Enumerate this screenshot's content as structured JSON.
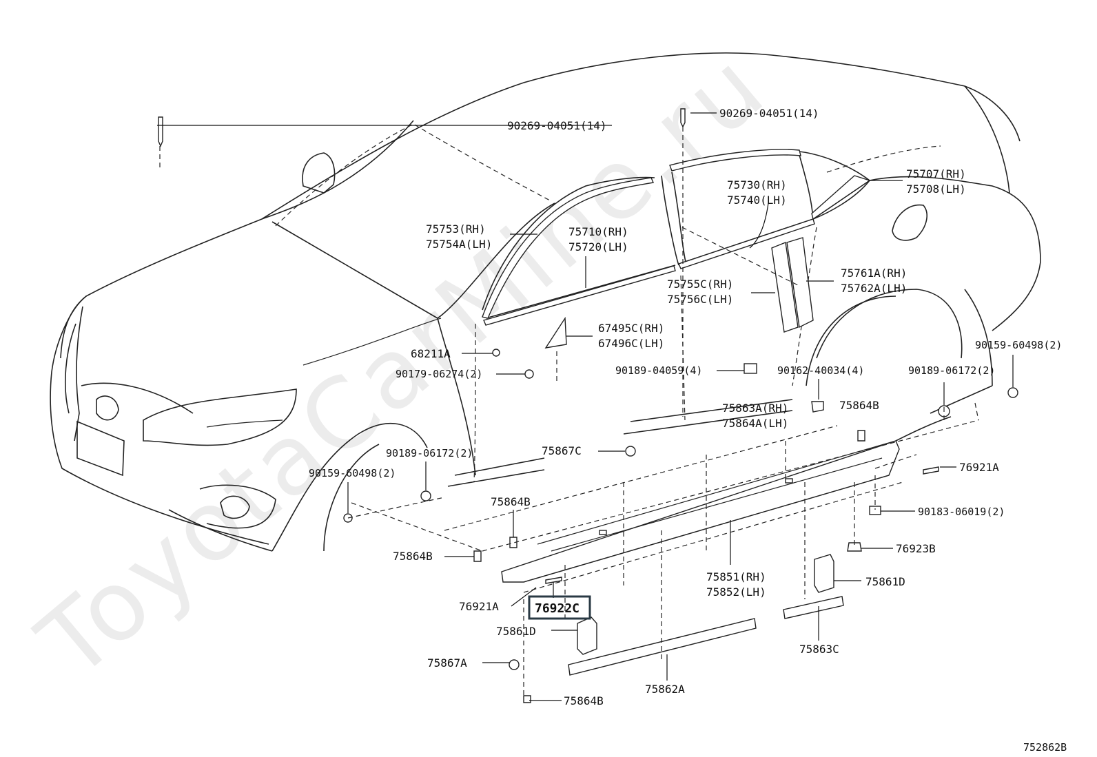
{
  "watermark": "ToyotaCarMine.ru",
  "diagram_id": "752862B",
  "highlighted_part": "76922C",
  "labels": [
    {
      "id": "p90269-left",
      "text": "90269-04051(14)"
    },
    {
      "id": "p90269-right",
      "text": "90269-04051(14)"
    },
    {
      "id": "p75707",
      "text": "75707(RH)"
    },
    {
      "id": "p75708",
      "text": "75708(LH)"
    },
    {
      "id": "p75730",
      "text": "75730(RH)"
    },
    {
      "id": "p75740",
      "text": "75740(LH)"
    },
    {
      "id": "p75753",
      "text": "75753(RH)"
    },
    {
      "id": "p75754A",
      "text": "75754A(LH)"
    },
    {
      "id": "p75710",
      "text": "75710(RH)"
    },
    {
      "id": "p75720",
      "text": "75720(LH)"
    },
    {
      "id": "p75761A",
      "text": "75761A(RH)"
    },
    {
      "id": "p75762A",
      "text": "75762A(LH)"
    },
    {
      "id": "p75755C",
      "text": "75755C(RH)"
    },
    {
      "id": "p75756C",
      "text": "75756C(LH)"
    },
    {
      "id": "p67495C",
      "text": "67495C(RH)"
    },
    {
      "id": "p67496C",
      "text": "67496C(LH)"
    },
    {
      "id": "p68211A",
      "text": "68211A"
    },
    {
      "id": "p90179",
      "text": "90179-06274(2)"
    },
    {
      "id": "p90189-04059",
      "text": "90189-04059(4)"
    },
    {
      "id": "p90162",
      "text": "90162-40034(4)"
    },
    {
      "id": "p90159-right",
      "text": "90159-60498(2)"
    },
    {
      "id": "p90189-06172-right",
      "text": "90189-06172(2)"
    },
    {
      "id": "p75863A",
      "text": "75863A(RH)"
    },
    {
      "id": "p75864A",
      "text": "75864A(LH)"
    },
    {
      "id": "p75864B-top",
      "text": "75864B"
    },
    {
      "id": "p75867C",
      "text": "75867C"
    },
    {
      "id": "p90189-06172-left",
      "text": "90189-06172(2)"
    },
    {
      "id": "p90159-left",
      "text": "90159-60498(2)"
    },
    {
      "id": "p76921A-right",
      "text": "76921A"
    },
    {
      "id": "p90183",
      "text": "90183-06019(2)"
    },
    {
      "id": "p75864B-mid",
      "text": "75864B"
    },
    {
      "id": "p75864B-left",
      "text": "75864B"
    },
    {
      "id": "p76923B",
      "text": "76923B"
    },
    {
      "id": "p75851",
      "text": "75851(RH)"
    },
    {
      "id": "p75852",
      "text": "75852(LH)"
    },
    {
      "id": "p75861D-right",
      "text": "75861D"
    },
    {
      "id": "p76921A-left",
      "text": "76921A"
    },
    {
      "id": "p76922C",
      "text": "76922C"
    },
    {
      "id": "p75861D-left",
      "text": "75861D"
    },
    {
      "id": "p75863C",
      "text": "75863C"
    },
    {
      "id": "p75867A",
      "text": "75867A"
    },
    {
      "id": "p75862A",
      "text": "75862A"
    },
    {
      "id": "p75864B-bottom",
      "text": "75864B"
    }
  ]
}
